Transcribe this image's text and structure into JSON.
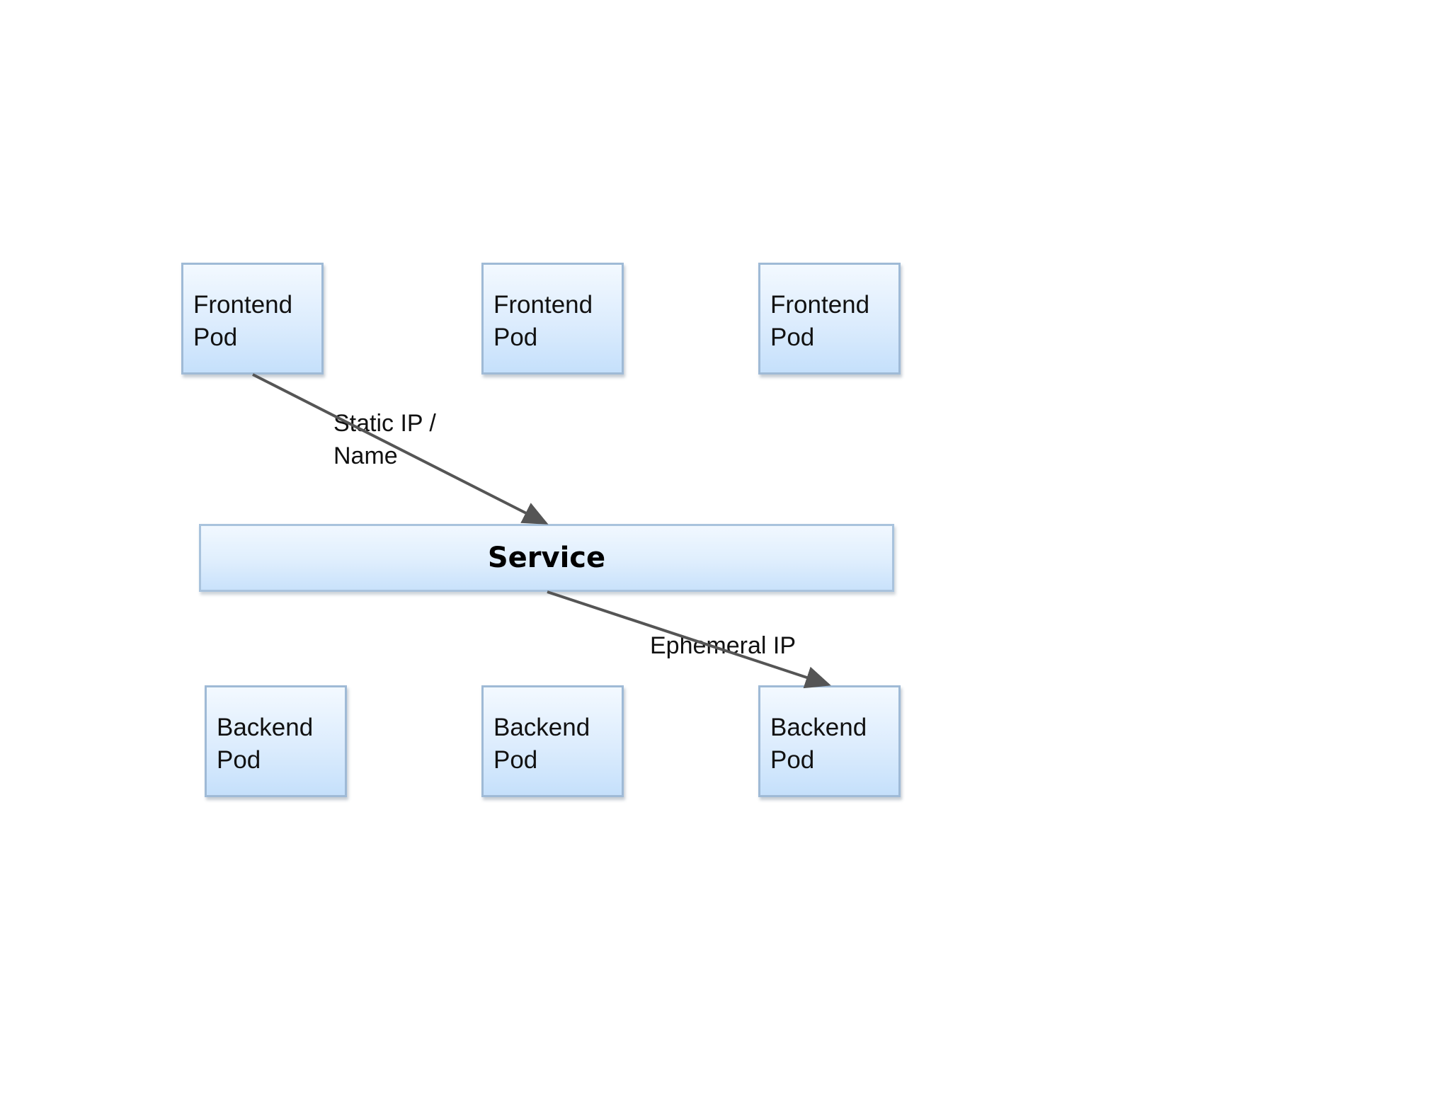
{
  "diagram": {
    "frontend_pods": [
      {
        "line1": "Frontend",
        "line2": "Pod"
      },
      {
        "line1": "Frontend",
        "line2": "Pod"
      },
      {
        "line1": "Frontend",
        "line2": "Pod"
      }
    ],
    "service": {
      "label": "Service"
    },
    "backend_pods": [
      {
        "line1": "Backend",
        "line2": "Pod"
      },
      {
        "line1": "Backend",
        "line2": "Pod"
      },
      {
        "line1": "Backend",
        "line2": "Pod"
      }
    ],
    "edges": {
      "frontend_to_service": {
        "line1": "Static IP /",
        "line2": "Name"
      },
      "service_to_backend": {
        "label": "Ephemeral IP"
      }
    },
    "colors": {
      "node_border": "#9fbad6",
      "node_fill_top": "#f3f9ff",
      "node_fill_bottom": "#c5e0fb",
      "arrow": "#555555"
    }
  }
}
